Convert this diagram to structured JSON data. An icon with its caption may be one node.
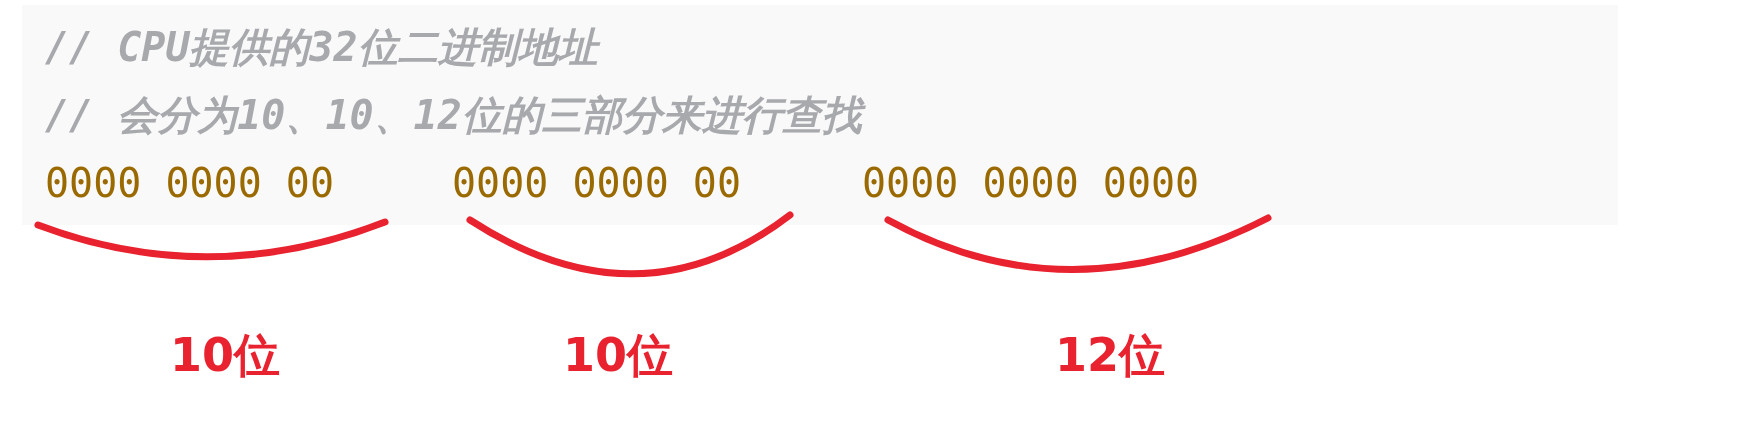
{
  "diagram": {
    "labels": [
      "// CPU提供的32位二进制地址",
      "// 会分为10、10、12位的三部分来进行查找",
      "0000 0000 00",
      "0000 0000 00",
      "0000 0000 0000",
      "10位",
      "10位",
      "12位"
    ]
  }
}
